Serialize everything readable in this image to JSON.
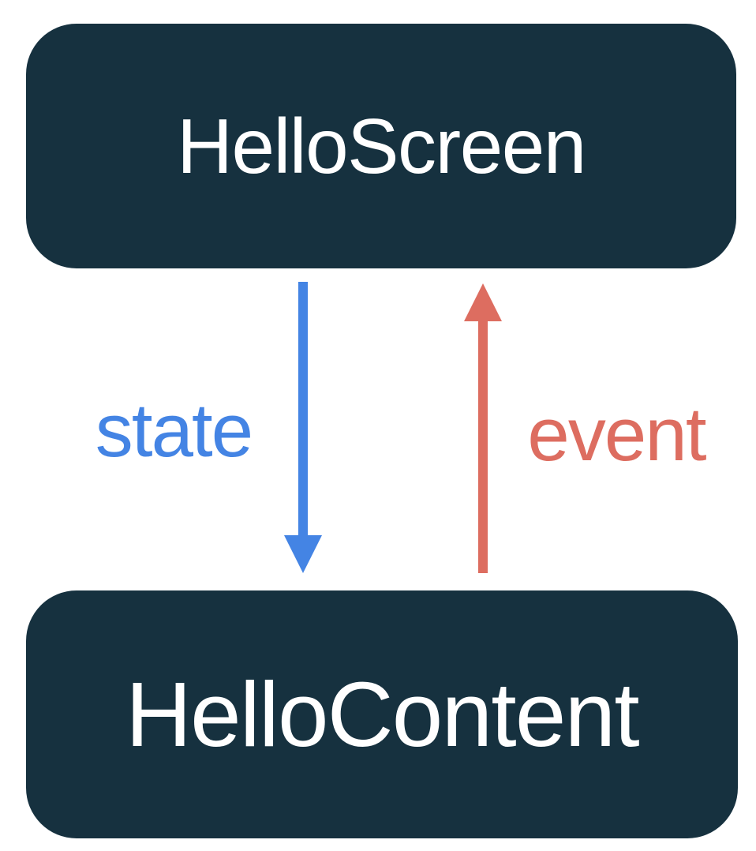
{
  "diagram": {
    "nodes": [
      {
        "id": "screen",
        "label": "HelloScreen"
      },
      {
        "id": "content",
        "label": "HelloContent"
      }
    ],
    "flows": [
      {
        "id": "state",
        "label": "state",
        "direction": "down",
        "from": "HelloScreen",
        "to": "HelloContent",
        "color": "#4484e4"
      },
      {
        "id": "event",
        "label": "event",
        "direction": "up",
        "from": "HelloContent",
        "to": "HelloScreen",
        "color": "#dd6d60"
      }
    ],
    "colors": {
      "node_fill": "#16313f",
      "node_text": "#ffffff",
      "canvas_background": "#ffffff",
      "state_arrow": "#4484e4",
      "event_arrow": "#dd6d60"
    }
  }
}
